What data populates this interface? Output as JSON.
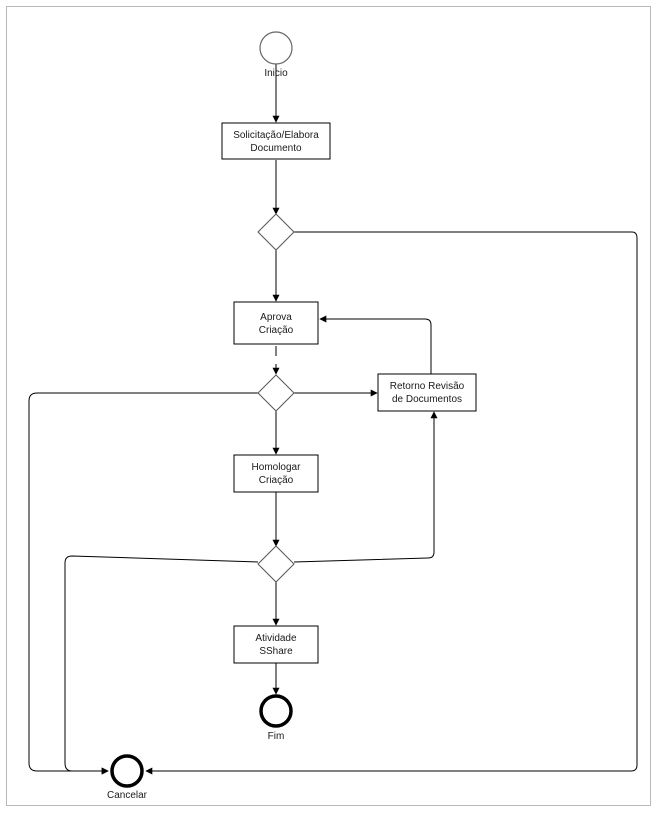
{
  "diagram": {
    "start_label": "Inicio",
    "task_solicitacao": [
      "Solicitação/Elabora",
      "Documento"
    ],
    "task_aprova": [
      "Aprova",
      "Criação"
    ],
    "task_retorno": [
      "Retorno Revisão",
      "de Documentos"
    ],
    "task_homologar": [
      "Homologar",
      "Criação"
    ],
    "task_atividade": [
      "Atividade",
      "SShare"
    ],
    "end_label": "Fim",
    "cancel_label": "Cancelar"
  }
}
